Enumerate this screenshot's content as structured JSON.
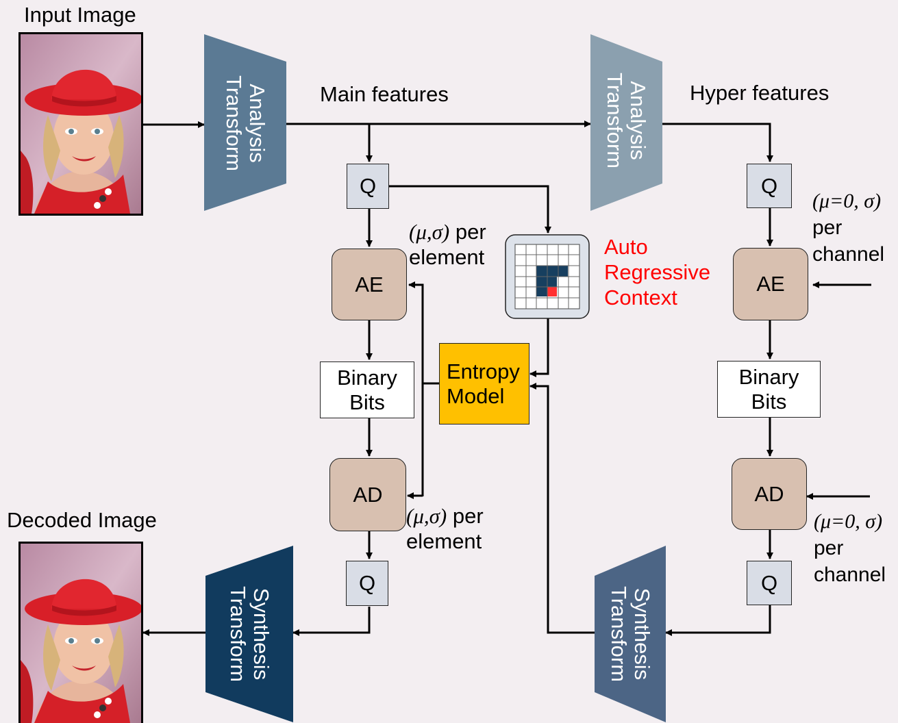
{
  "input_image": {
    "label": "Input Image"
  },
  "decoded_image": {
    "label": "Decoded Image"
  },
  "main_analysis": {
    "line1": "Analysis",
    "line2": "Transform"
  },
  "hyper_analysis": {
    "line1": "Analysis",
    "line2": "Transform"
  },
  "main_synthesis": {
    "line1": "Synthesis",
    "line2": "Transform"
  },
  "hyper_synthesis": {
    "line1": "Synthesis",
    "line2": "Transform"
  },
  "main_features": "Main features",
  "hyper_features": "Hyper features",
  "quantizer": "Q",
  "encoder": "AE",
  "decoder": "AD",
  "binary_bits": {
    "line1": "Binary",
    "line2": "Bits"
  },
  "entropy_model": {
    "line1": "Entropy",
    "line2": "Model"
  },
  "auto_regressive": {
    "line1": "Auto",
    "line2": "Regressive",
    "line3": "Context"
  },
  "param_element": {
    "params": "(μ,σ)",
    "suffix": " per",
    "line2": "element"
  },
  "param_channel": {
    "params": "(μ=0, σ)",
    "line2": "per",
    "line3": "channel"
  },
  "colors": {
    "background": "#f3eef1",
    "analysis_main": "#5b7a94",
    "analysis_hyper": "#8ba0af",
    "synthesis_main": "#113b5e",
    "synthesis_hyper": "#4c6585",
    "quantizer": "#d9dde6",
    "coder": "#d8c0b0",
    "entropy": "#ffc000",
    "context_text": "#ff0000"
  }
}
